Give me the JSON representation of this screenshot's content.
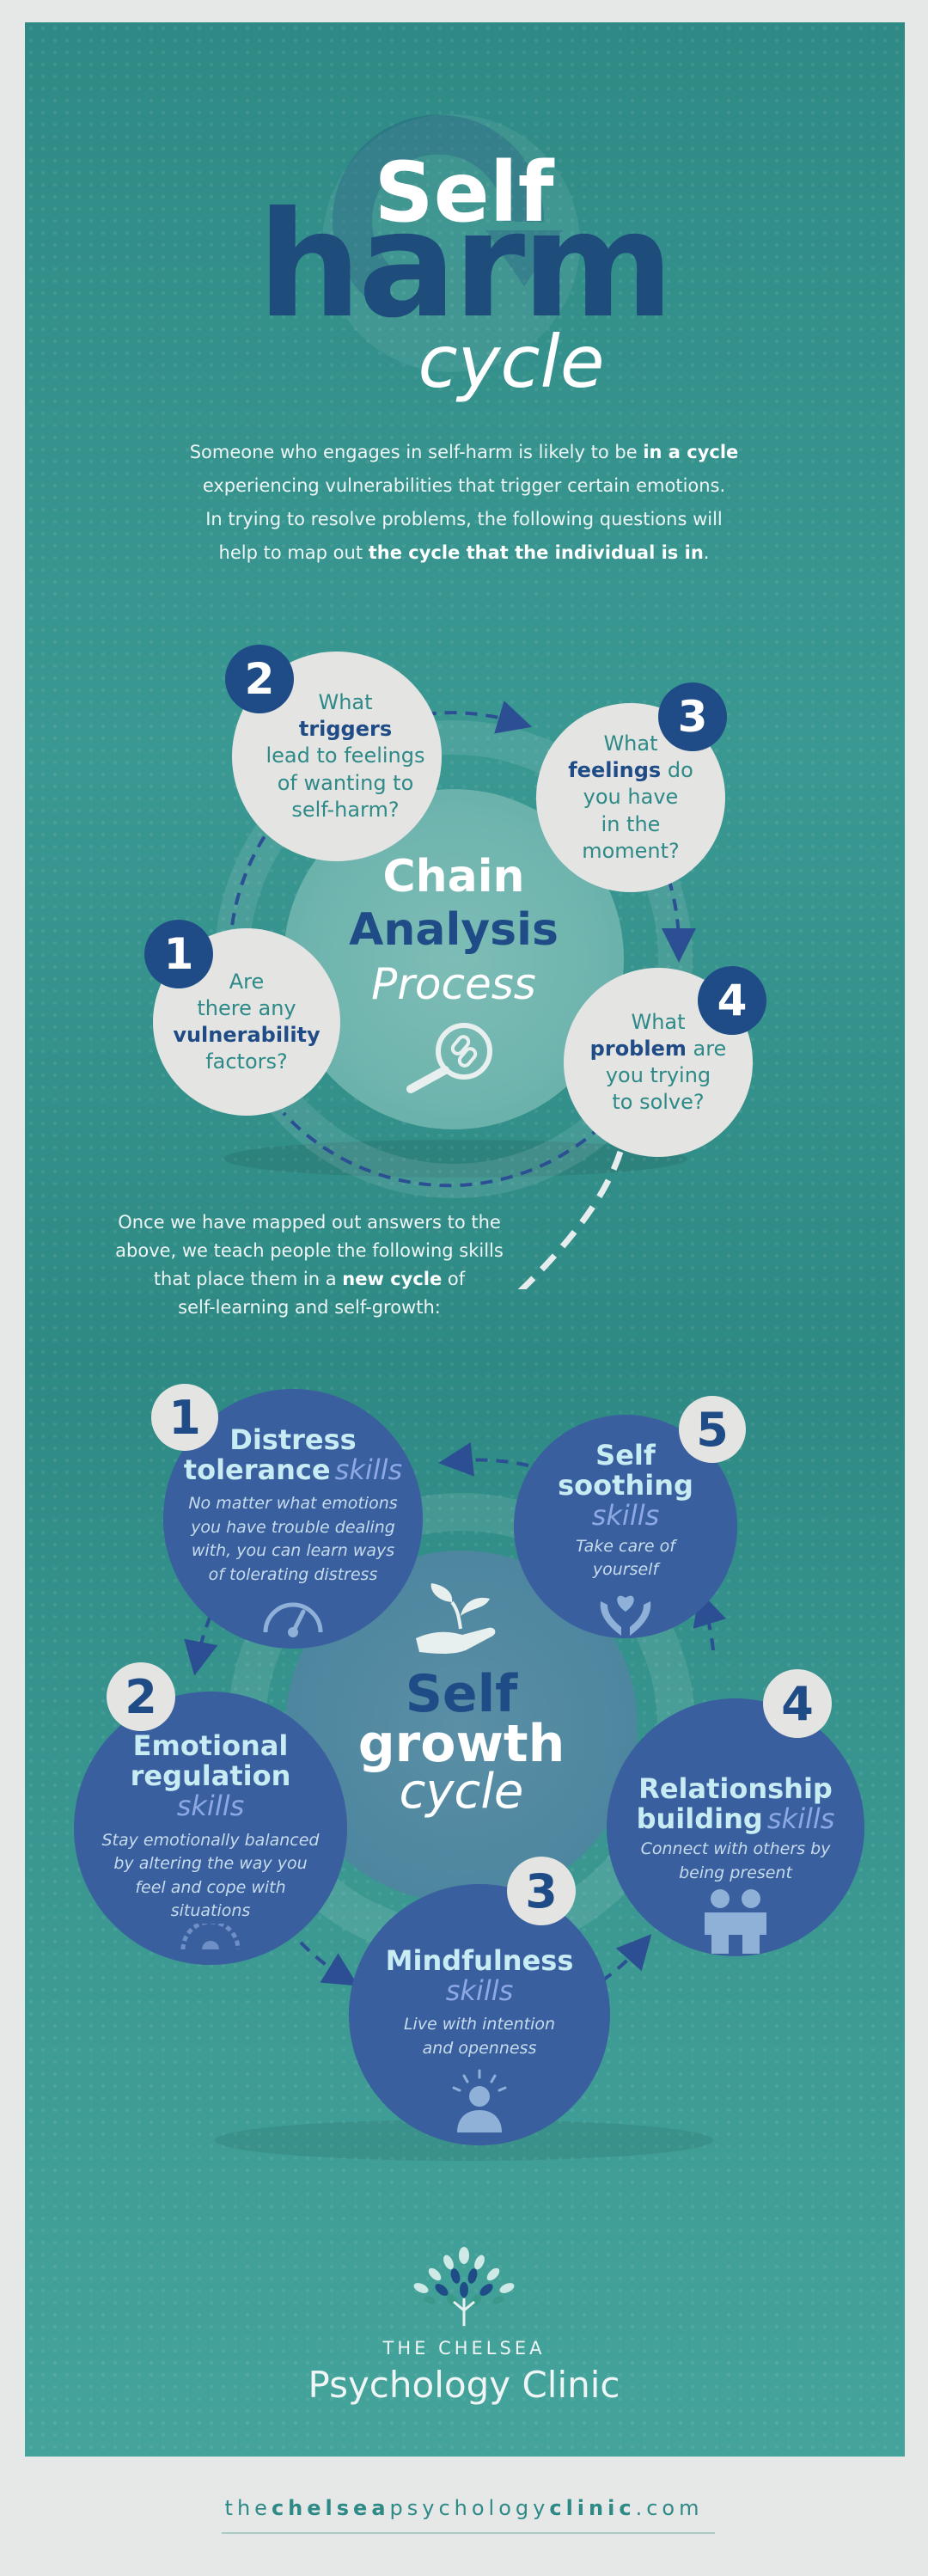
{
  "title": {
    "line1": "Self",
    "line2": "harm",
    "line3": "cycle"
  },
  "intro": {
    "l1_a": "Someone who engages in self-harm is likely to be ",
    "l1_b": "in a cycle",
    "l2": "experiencing vulnerabilities that trigger certain emotions.",
    "l3": "In trying to resolve problems, the following questions will",
    "l4_a": "help to map out ",
    "l4_b": "the cycle that the individual is in",
    "l4_c": "."
  },
  "chain": {
    "center": {
      "l1": "Chain",
      "l2": "Analysis",
      "l3": "Process"
    },
    "steps": [
      {
        "num": "1",
        "a": "Are",
        "b": "there any",
        "bold": "vulnerability",
        "c": "factors?"
      },
      {
        "num": "2",
        "a": "What",
        "bold": "triggers",
        "b": "lead to feelings",
        "c": "of wanting to",
        "d": "self-harm?"
      },
      {
        "num": "3",
        "a": "What",
        "bold": "feelings",
        "bold_after": " do",
        "b": "you have",
        "c": "in the",
        "d": "moment?"
      },
      {
        "num": "4",
        "a": "What",
        "bold": "problem",
        "bold_after": " are",
        "b": "you trying",
        "c": "to solve?"
      }
    ]
  },
  "transition": {
    "l1": "Once we have mapped out answers to the",
    "l2": "above, we teach people the following skills",
    "l3_a": "that place them in a ",
    "l3_b": "new cycle",
    "l3_c": " of",
    "l4": "self-learning and self-growth:"
  },
  "growth": {
    "center": {
      "l1": "Self",
      "l2": "growth",
      "l3": "cycle"
    },
    "skills": [
      {
        "num": "1",
        "t1": "Distress",
        "t2": "tolerance",
        "s": "skills",
        "d1": "No matter what emotions",
        "d2": "you have trouble dealing",
        "d3": "with, you can learn ways",
        "d4": "of tolerating distress",
        "icon": "gauge-icon"
      },
      {
        "num": "2",
        "t1": "Emotional",
        "t2": "regulation",
        "s": "skills",
        "d1": "Stay emotionally balanced",
        "d2": "by altering the way you",
        "d3": "feel and cope with",
        "d4": "situations",
        "icon": "gauge-icon"
      },
      {
        "num": "3",
        "t1": "Mindfulness",
        "s": "skills",
        "d1": "Live with intention",
        "d2": "and openness",
        "icon": "person-glow-icon"
      },
      {
        "num": "4",
        "t1": "Relationship",
        "t2": "building",
        "s": "skills",
        "d1": "Connect with others by",
        "d2": "being present",
        "icon": "two-people-icon"
      },
      {
        "num": "5",
        "t1": "Self",
        "t2": "soothing",
        "s": "skills",
        "d1": "Take care of",
        "d2": "yourself",
        "icon": "heart-hands-icon"
      }
    ]
  },
  "brand": {
    "line1": "THE CHELSEA",
    "line2": "Psychology Clinic"
  },
  "footer": {
    "p1": "the",
    "p2": "chelsea",
    "p3": "psychology",
    "p4": "clinic",
    "p5": ".com"
  },
  "colors": {
    "teal": "#2f8a86",
    "navy": "#1f4c86",
    "skill_blue": "#3a5f9f",
    "light": "#e4e4e2"
  }
}
